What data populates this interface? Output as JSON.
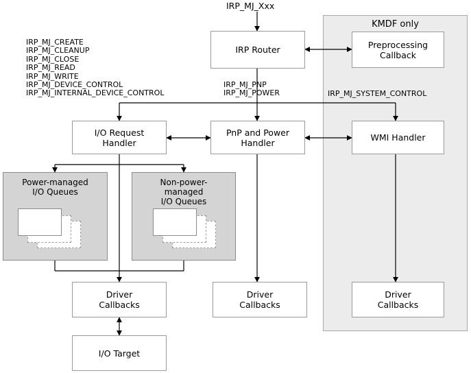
{
  "top_label": "IRP_MJ_Xxx",
  "kmdf_region": {
    "label": "KMDF only"
  },
  "boxes": {
    "irp_router": "IRP Router",
    "preprocessing": "Preprocessing\nCallback",
    "io_request_handler": "I/O Request\nHandler",
    "pnp_power_handler": "PnP and Power\nHandler",
    "wmi_handler": "WMI Handler",
    "driver_callbacks_left": "Driver\nCallbacks",
    "driver_callbacks_mid": "Driver\nCallbacks",
    "driver_callbacks_right": "Driver\nCallbacks",
    "io_target": "I/O Target"
  },
  "queues": {
    "power_managed": "Power-managed\nI/O Queues",
    "non_power_managed": "Non-power-\nmanaged\nI/O Queues"
  },
  "irp_lists": {
    "io_requests": [
      "IRP_MJ_CREATE",
      "IRP_MJ_CLEANUP",
      "IRP_MJ_CLOSE",
      "IRP_MJ_READ",
      "IRP_MJ_WRITE",
      "IRP_MJ_DEVICE_CONTROL",
      "IRP_MJ_INTERNAL_DEVICE_CONTROL"
    ],
    "pnp_power": [
      "IRP_MJ_PNP",
      "IRP_MJ_POWER"
    ],
    "system_control": "IRP_MJ_SYSTEM_CONTROL"
  }
}
